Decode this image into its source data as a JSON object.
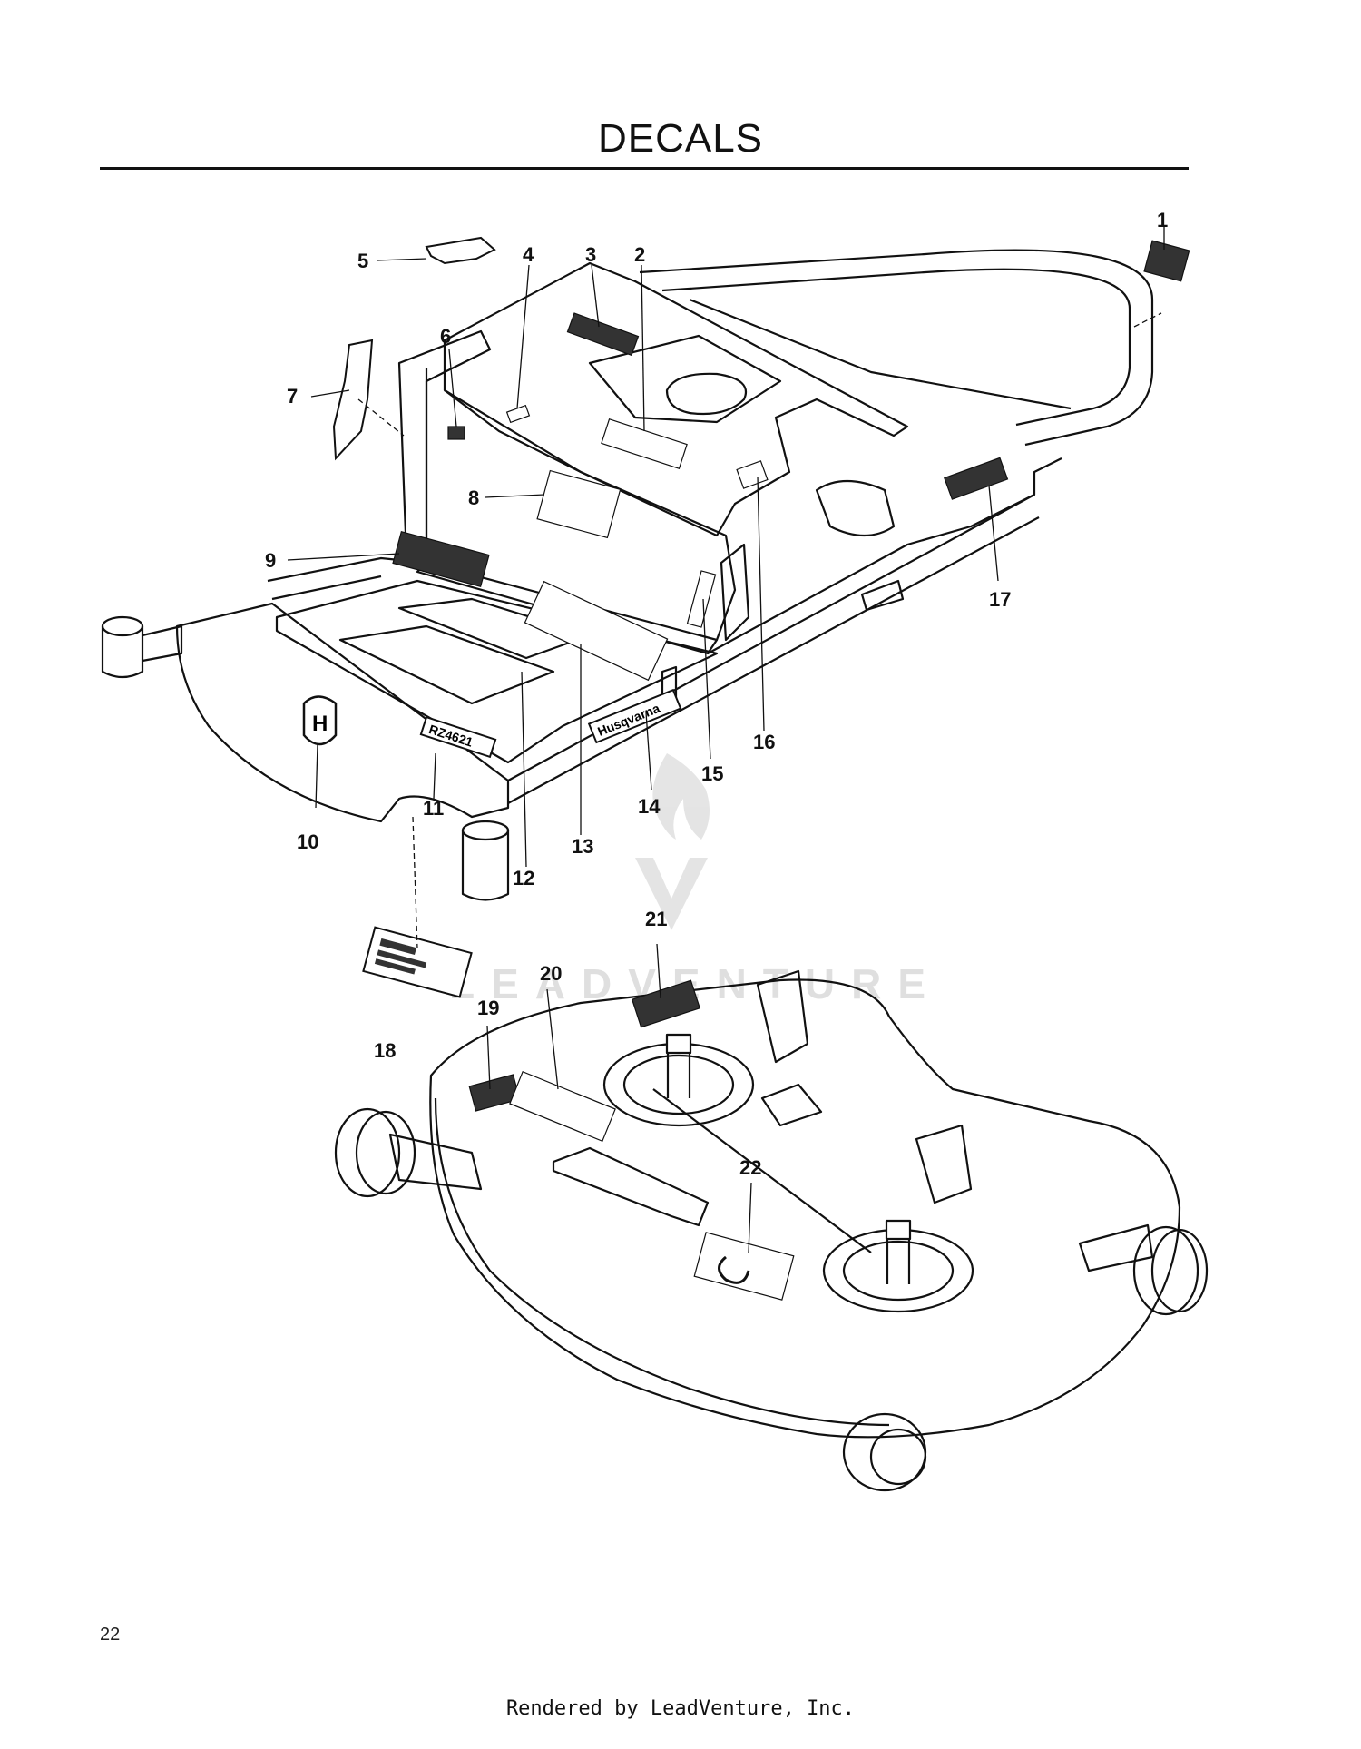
{
  "page": {
    "title": "DECALS",
    "page_number": "22",
    "footer": "Rendered by LeadVenture, Inc."
  },
  "watermark": {
    "text": "LEADVENTURE"
  },
  "frame_decals": {
    "logo_text": "Husqvarna",
    "model_text": "RZ4621"
  },
  "callouts": [
    "1",
    "2",
    "3",
    "4",
    "5",
    "6",
    "7",
    "8",
    "9",
    "10",
    "11",
    "12",
    "13",
    "14",
    "15",
    "16",
    "17",
    "18",
    "19",
    "20",
    "21",
    "22"
  ],
  "colors": {
    "line": "#111111",
    "watermark": "#dcdcdc",
    "decal_fill": "#333333"
  }
}
